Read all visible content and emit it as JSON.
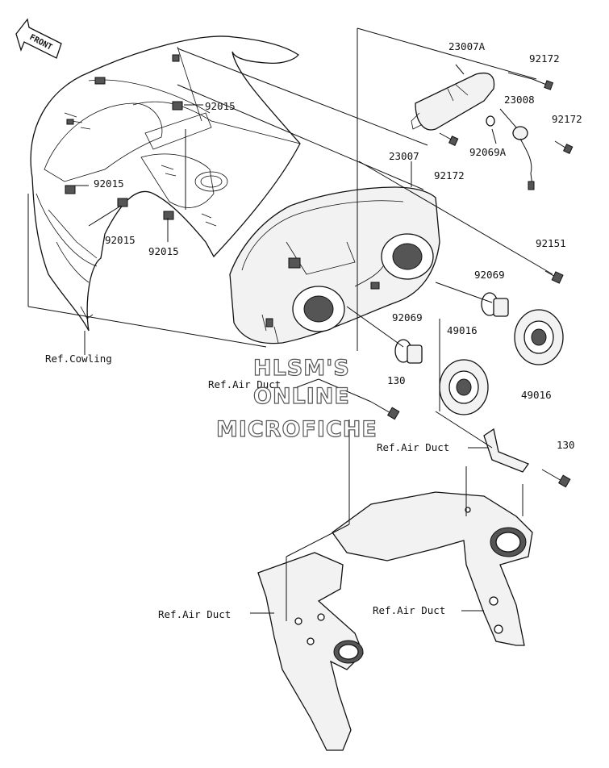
{
  "front_label": "FRONT",
  "watermark": [
    "HLSM'S",
    "ONLINE",
    "MICROFICHE"
  ],
  "parts": [
    {
      "id": "23007A",
      "label": "23007A"
    },
    {
      "id": "92172a",
      "label": "92172"
    },
    {
      "id": "23008",
      "label": "23008"
    },
    {
      "id": "92172b",
      "label": "92172"
    },
    {
      "id": "92069A",
      "label": "92069A"
    },
    {
      "id": "92172c",
      "label": "92172"
    },
    {
      "id": "23007",
      "label": "23007"
    },
    {
      "id": "92015a",
      "label": "92015"
    },
    {
      "id": "92015b",
      "label": "92015"
    },
    {
      "id": "92015c",
      "label": "92015"
    },
    {
      "id": "92015d",
      "label": "92015"
    },
    {
      "id": "92151",
      "label": "92151"
    },
    {
      "id": "92069a",
      "label": "92069"
    },
    {
      "id": "92069b",
      "label": "92069"
    },
    {
      "id": "49016a",
      "label": "49016"
    },
    {
      "id": "49016b",
      "label": "49016"
    },
    {
      "id": "130a",
      "label": "130"
    },
    {
      "id": "130b",
      "label": "130"
    }
  ],
  "references": [
    {
      "id": "cowling",
      "label": "Ref.Cowling"
    },
    {
      "id": "air1",
      "label": "Ref.Air Duct"
    },
    {
      "id": "air2",
      "label": "Ref.Air Duct"
    },
    {
      "id": "air3",
      "label": "Ref.Air Duct"
    },
    {
      "id": "air4",
      "label": "Ref.Air Duct"
    }
  ]
}
